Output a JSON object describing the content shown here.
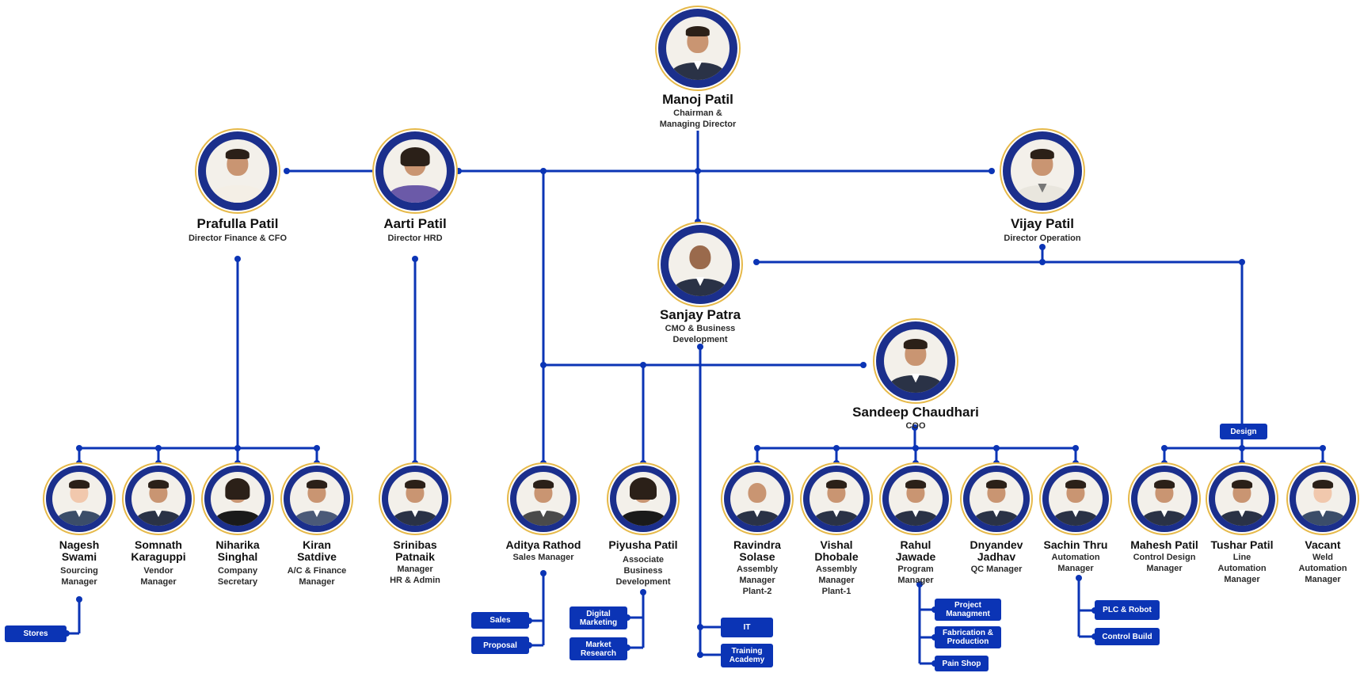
{
  "colors": {
    "line": "#0b34b5",
    "badge": "#0b34b5",
    "ring": "#e6b94a"
  },
  "people": {
    "manoj": {
      "name": "Manoj Patil",
      "title": "Chairman &\nManaging Director"
    },
    "prafulla": {
      "name": "Prafulla Patil",
      "title": "Director Finance & CFO"
    },
    "aarti": {
      "name": "Aarti Patil",
      "title": "Director HRD"
    },
    "vijay": {
      "name": "Vijay Patil",
      "title": "Director Operation"
    },
    "sanjay": {
      "name": "Sanjay Patra",
      "title": "CMO & Business\nDevelopment"
    },
    "sandeep": {
      "name": "Sandeep Chaudhari",
      "title": "COO"
    },
    "nagesh": {
      "name": "Nagesh\nSwami",
      "title": "Sourcing\nManager"
    },
    "somnath": {
      "name": "Somnath\nKaraguppi",
      "title": "Vendor\nManager"
    },
    "niharika": {
      "name": "Niharika\nSinghal",
      "title": "Company\nSecretary"
    },
    "kiran": {
      "name": "Kiran\nSatdive",
      "title": "A/C & Finance\nManager"
    },
    "srinibas": {
      "name": "Srinibas\nPatnaik",
      "title": "Manager\nHR & Admin"
    },
    "aditya": {
      "name": "Aditya Rathod",
      "title": "Sales Manager"
    },
    "piyusha": {
      "name": "Piyusha Patil",
      "title": "Associate\nBusiness\nDevelopment"
    },
    "ravindra": {
      "name": "Ravindra\nSolase",
      "title": "Assembly\nManager\nPlant-2"
    },
    "vishal": {
      "name": "Vishal\nDhobale",
      "title": "Assembly\nManager\nPlant-1"
    },
    "rahul": {
      "name": "Rahul\nJawade",
      "title": "Program\nManager"
    },
    "dnyandev": {
      "name": "Dnyandev\nJadhav",
      "title": "QC Manager"
    },
    "sachin": {
      "name": "Sachin Thru",
      "title": "Automation\nManager"
    },
    "mahesh": {
      "name": "Mahesh Patil",
      "title": "Control Design\nManager"
    },
    "tushar": {
      "name": "Tushar Patil",
      "title": "Line\nAutomation\nManager"
    },
    "vacant": {
      "name": "Vacant",
      "title": "Weld\nAutomation\nManager"
    }
  },
  "badges": {
    "design": "Design",
    "stores": "Stores",
    "sales": "Sales",
    "proposal": "Proposal",
    "digital_marketing": "Digital\nMarketing",
    "market_research": "Market\nResearch",
    "it": "IT",
    "training_academy": "Training\nAcademy",
    "project_management": "Project\nManagment",
    "fabrication_production": "Fabrication &\nProduction",
    "paint_shop": "Pain Shop",
    "plc_robot": "PLC & Robot",
    "control_build": "Control Build"
  }
}
